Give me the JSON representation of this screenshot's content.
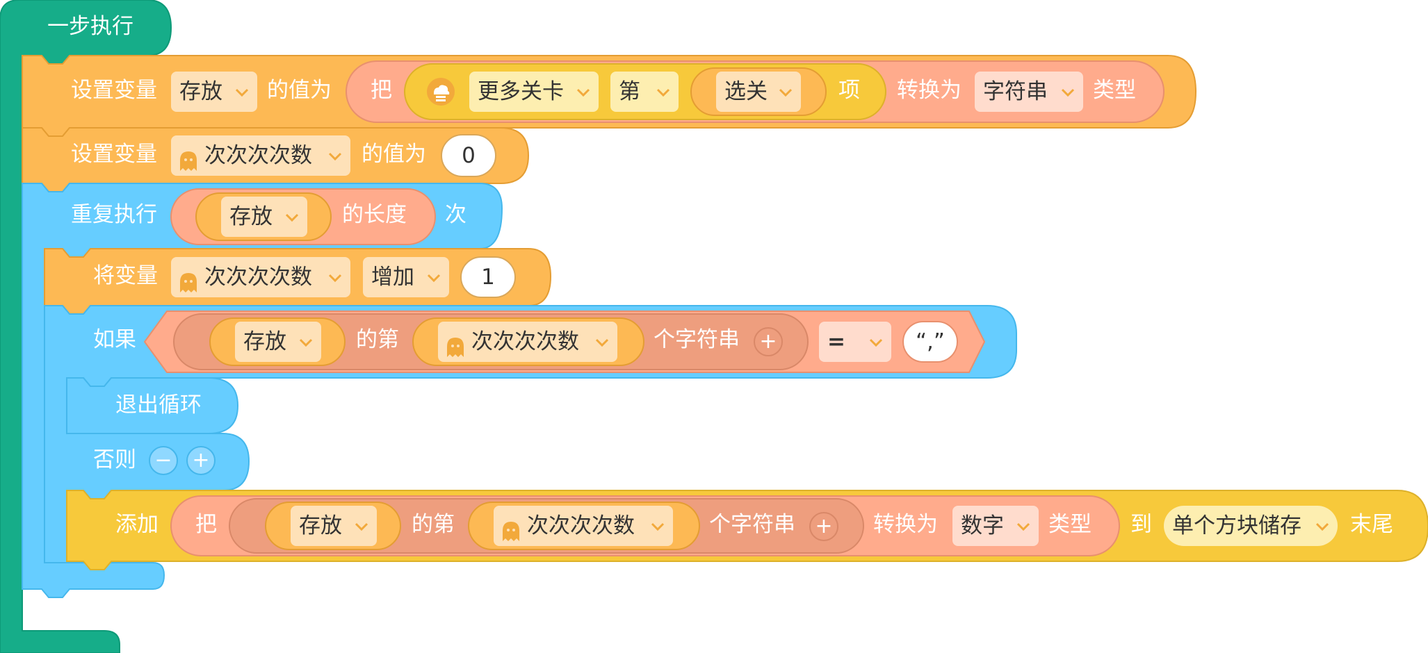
{
  "colors": {
    "event_green": "#16ad89",
    "variable_orange": "#fdb954",
    "control_blue": "#66cdff",
    "operator_salmon": "#ffab8c",
    "operator_dark": "#ee9e7e",
    "list_yellow": "#f7c93b",
    "dropdown_orange": "#fee1b8",
    "dropdown_yellow": "#fdeeb0",
    "dropdown_salmon": "#ffdccd"
  },
  "event_block": {
    "label": "一步执行"
  },
  "block1": {
    "label": "设置变量",
    "var": "存放",
    "value_label": "的值为",
    "convert_prefix": "把",
    "list_icon": "cloud-list-icon",
    "list_name": "更多关卡",
    "index_prefix": "第",
    "index_var": "选关",
    "item_label": "项",
    "convert_label": "转换为",
    "type": "字符串",
    "type_suffix": "类型"
  },
  "block2": {
    "label": "设置变量",
    "var": "次次次次数",
    "value_label": "的值为",
    "value": "0"
  },
  "block3": {
    "label": "重复执行",
    "var": "存放",
    "length_label": "的长度",
    "times": "次"
  },
  "block4": {
    "label": "将变量",
    "var": "次次次次数",
    "op": "增加",
    "value": "1"
  },
  "block5": {
    "label": "如果",
    "str_var": "存放",
    "nth_label": "的第",
    "index_var": "次次次次数",
    "char_label": "个字符串",
    "plus": "+",
    "compare": "=",
    "compare_value": "“,”"
  },
  "block6": {
    "label": "退出循环"
  },
  "else_block": {
    "label": "否则",
    "minus": "−",
    "plus": "+"
  },
  "block7": {
    "label": "添加",
    "convert_prefix": "把",
    "str_var": "存放",
    "nth_label": "的第",
    "index_var": "次次次次数",
    "char_label": "个字符串",
    "plus": "+",
    "convert_label": "转换为",
    "type": "数字",
    "type_suffix": "类型",
    "to_label": "到",
    "list_name": "单个方块储存",
    "end_label": "末尾"
  }
}
